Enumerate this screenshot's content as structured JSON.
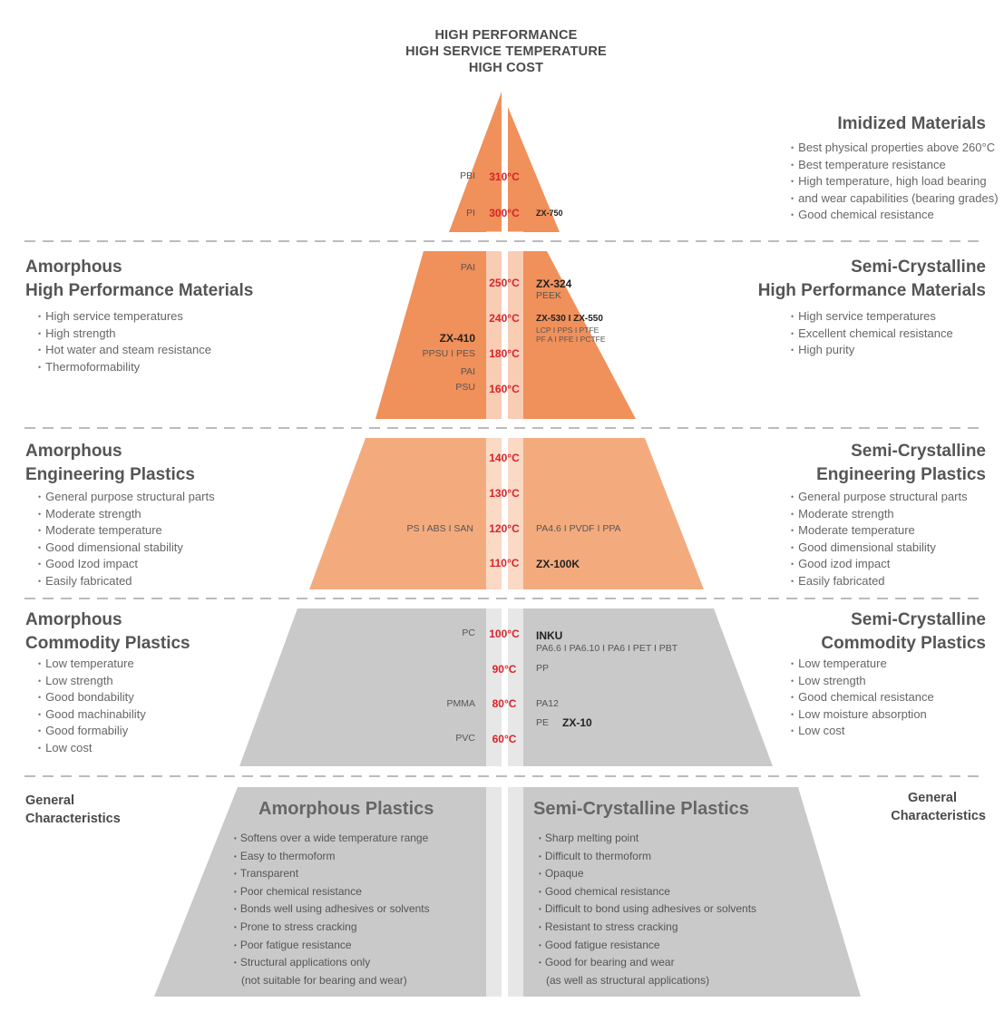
{
  "header": {
    "line1": "HIGH PERFORMANCE",
    "line2": "HIGH SERVICE TEMPERATURE",
    "line3": "HIGH COST"
  },
  "colors": {
    "imidized": "#F0905A",
    "high_performance": "#F0905A",
    "engineering": "#F3AB7E",
    "commodity": "#C9C9C9",
    "base": "#C9C9C9",
    "temperature_text": "#D9232A",
    "divider": "#BBBBBB"
  },
  "imidized": {
    "title": "Imidized Materials",
    "bullets": [
      "Best physical properties above 260°C",
      "Best temperature resistance",
      "High temperature, high load bearing",
      "and wear capabilities (bearing grades)",
      "Good chemical resistance"
    ]
  },
  "amorphous_high_performance": {
    "title_line1": "Amorphous",
    "title_line2": "High Performance Materials",
    "bullets": [
      "High service temperatures",
      "High strength",
      "Hot water and steam resistance",
      "Thermoformability"
    ]
  },
  "semi_high_performance": {
    "title_line1": "Semi-Crystalline",
    "title_line2": "High Performance Materials",
    "bullets": [
      "High service temperatures",
      "Excellent chemical resistance",
      "High purity"
    ]
  },
  "amorphous_engineering": {
    "title_line1": "Amorphous",
    "title_line2": "Engineering Plastics",
    "bullets": [
      "General purpose structural parts",
      "Moderate strength",
      "Moderate temperature",
      "Good dimensional stability",
      "Good Izod impact",
      "Easily fabricated"
    ]
  },
  "semi_engineering": {
    "title_line1": "Semi-Crystalline",
    "title_line2": "Engineering Plastics",
    "bullets": [
      "General purpose structural parts",
      "Moderate strength",
      "Moderate temperature",
      "Good dimensional stability",
      "Good izod impact",
      "Easily fabricated"
    ]
  },
  "amorphous_commodity": {
    "title_line1": "Amorphous",
    "title_line2": "Commodity Plastics",
    "bullets": [
      "Low temperature",
      "Low strength",
      "Good bondability",
      "Good machinability",
      "Good formabiliy",
      "Low cost"
    ]
  },
  "semi_commodity": {
    "title_line1": "Semi-Crystalline",
    "title_line2": "Commodity Plastics",
    "bullets": [
      "Low temperature",
      "Low strength",
      "Good chemical resistance",
      "Low moisture absorption",
      "Low cost"
    ]
  },
  "general_left": {
    "line1": "General",
    "line2": "Characteristics"
  },
  "general_right": {
    "line1": "General",
    "line2": "Characteristics"
  },
  "temperatures": [
    "310°C",
    "300°C",
    "250°C",
    "240°C",
    "180°C",
    "160°C",
    "140°C",
    "130°C",
    "120°C",
    "110°C",
    "100°C",
    "90°C",
    "80°C",
    "60°C"
  ],
  "pyramid_labels": {
    "pbi": "PBI",
    "pi": "PI",
    "zx750": "ZX-750",
    "pai_top": "PAI",
    "zx324": "ZX-324",
    "peek": "PEEK",
    "zx530": "ZX-530 I ZX-550",
    "lcp": "LCP I PPS I PTFE",
    "pfa": "PF A I PFE I PCTFE",
    "zx410": "ZX-410",
    "ppsu": "PPSU I PES",
    "pai_mid": "PAI",
    "psu": "PSU",
    "ps_abs_san": "PS I ABS I SAN",
    "pa46": "PA4.6 I PVDF I PPA",
    "zx100k": "ZX-100K",
    "pc": "PC",
    "inku": "INKU",
    "pa66": "PA6.6 I PA6.10 I PA6 I PET I PBT",
    "pp": "PP",
    "pmma": "PMMA",
    "pa12": "PA12",
    "pe": "PE",
    "zx10": "ZX-10",
    "pvc": "PVC"
  },
  "base_amorphous": {
    "title": "Amorphous Plastics",
    "bullets": [
      "Softens over a wide temperature range",
      "Easy to thermoform",
      "Transparent",
      "Poor chemical resistance",
      "Bonds well using adhesives or solvents",
      "Prone to stress cracking",
      "Poor fatigue resistance",
      "Structural applications only"
    ],
    "continuation": "(not suitable for bearing and wear)"
  },
  "base_semi": {
    "title": "Semi-Crystalline Plastics",
    "bullets": [
      "Sharp melting point",
      "Difficult to thermoform",
      "Opaque",
      "Good chemical resistance",
      "Difficult to bond using adhesives or solvents",
      "Resistant to stress cracking",
      "Good fatigue resistance",
      "Good for bearing and wear"
    ],
    "continuation": "(as well as structural applications)"
  }
}
